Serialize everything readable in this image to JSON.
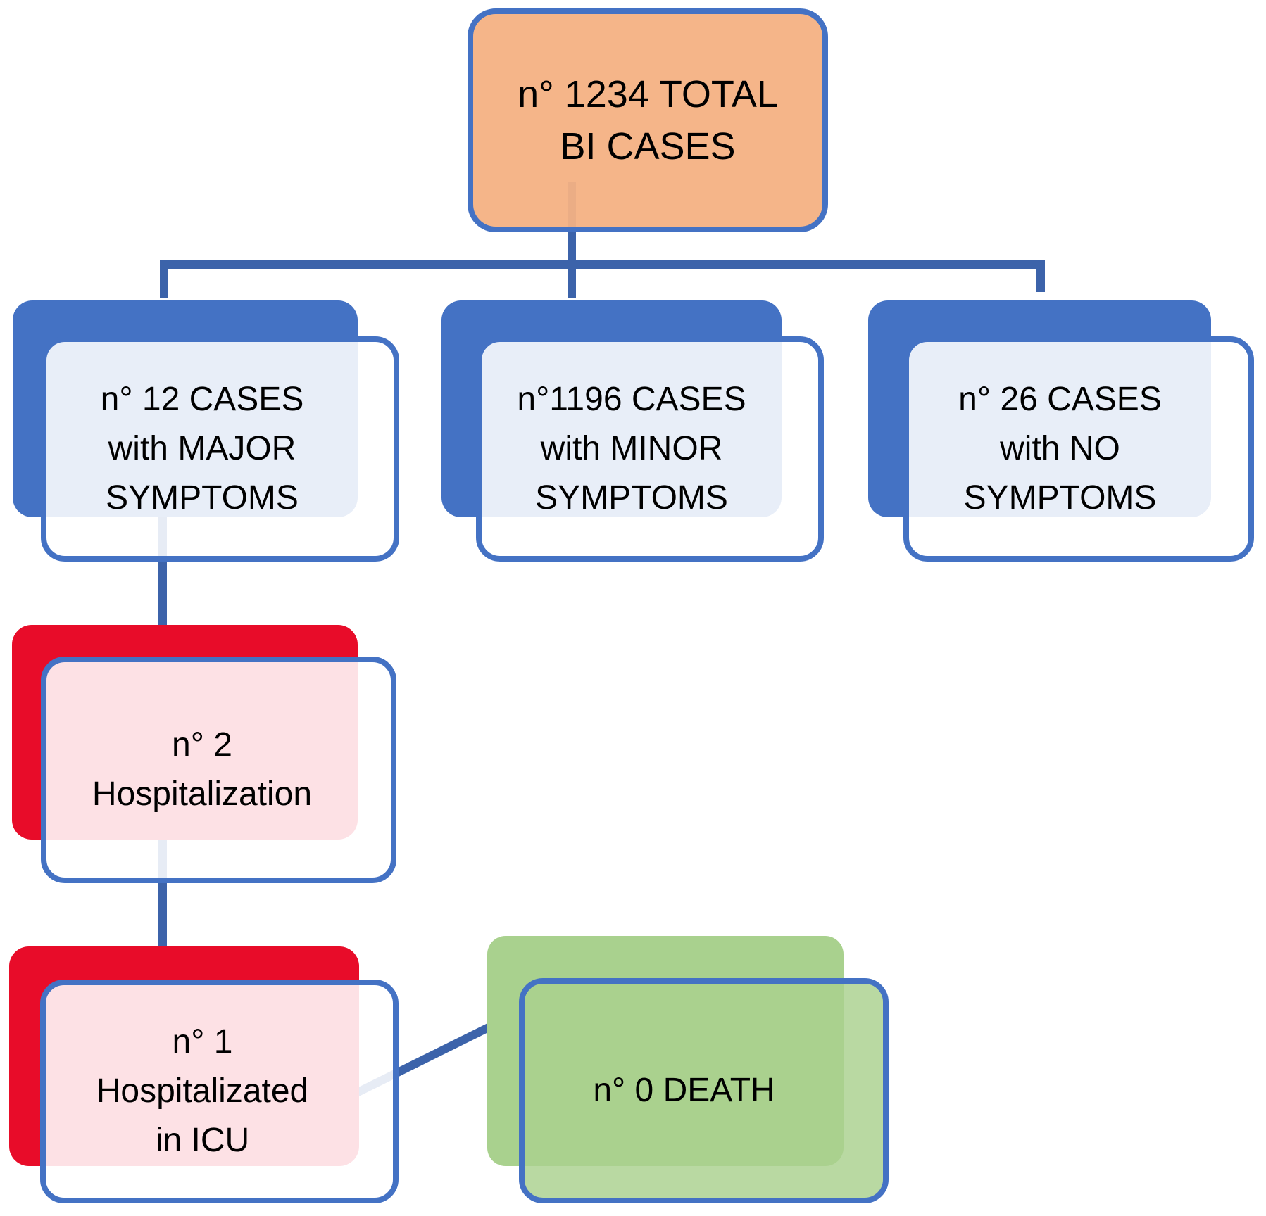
{
  "diagram": {
    "type": "flowchart",
    "background": "#ffffff",
    "connector_color": "#3C63AA",
    "border_color": "#4472C4",
    "nodes": {
      "total": {
        "lines": [
          "n° 1234 TOTAL",
          "BI CASES"
        ],
        "label": "n° 1234 TOTAL BI CASES",
        "fill": "#F4B183",
        "border": "#4472C4"
      },
      "major": {
        "lines": [
          "n° 12 CASES",
          "with MAJOR",
          "SYMPTOMS"
        ],
        "label": "n° 12 CASES with MAJOR SYMPTOMS",
        "accent": "#4472C4"
      },
      "minor": {
        "lines": [
          "n°1196 CASES",
          "with MINOR",
          "SYMPTOMS"
        ],
        "label": "n°1196 CASES with MINOR SYMPTOMS",
        "accent": "#4472C4"
      },
      "none": {
        "lines": [
          "n° 26 CASES",
          "with NO",
          "SYMPTOMS"
        ],
        "label": "n° 26 CASES with NO SYMPTOMS",
        "accent": "#4472C4"
      },
      "hospitalization": {
        "lines": [
          "n° 2",
          "Hospitalization"
        ],
        "label": "n° 2 Hospitalization",
        "accent": "#E80C29"
      },
      "icu": {
        "lines": [
          "n° 1",
          "Hospitalizated",
          "in ICU"
        ],
        "label": "n° 1 Hospitalizated in ICU",
        "accent": "#E80C29"
      },
      "death": {
        "lines": [
          "n° 0 DEATH"
        ],
        "label": "n° 0 DEATH",
        "accent": "#A9D18E"
      }
    },
    "edges": [
      {
        "from": "total",
        "to": "major"
      },
      {
        "from": "total",
        "to": "minor"
      },
      {
        "from": "total",
        "to": "none"
      },
      {
        "from": "major",
        "to": "hospitalization"
      },
      {
        "from": "hospitalization",
        "to": "icu"
      },
      {
        "from": "icu",
        "to": "death"
      }
    ]
  }
}
